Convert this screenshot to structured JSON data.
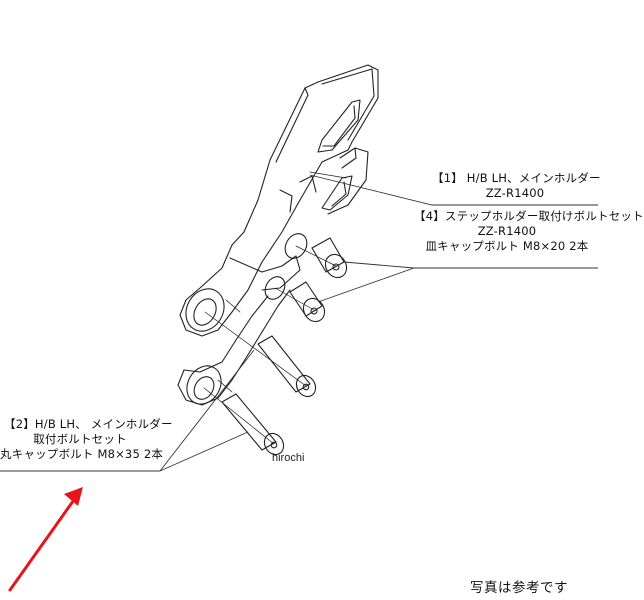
{
  "parts": [
    {
      "id": "1",
      "lines": [
        "【1】 H/B LH、メインホルダー",
        "ZZ-R1400"
      ]
    },
    {
      "id": "4",
      "lines": [
        "【4】ステップホルダー取付けボルトセット",
        "ZZ-R1400",
        "皿キャップボルト M8×20 2本"
      ]
    },
    {
      "id": "2",
      "lines": [
        "【2】H/B LH、 メインホルダー",
        "取付ボルトセット",
        "丸キャップボルト M8×35 2本"
      ]
    }
  ],
  "watermark": "hirochi",
  "note": "写真は参考です",
  "colors": {
    "line": "#222222",
    "arrow": "#e8141b",
    "background": "#ffffff"
  },
  "icons": {
    "arrow": "red-pointer-arrow"
  }
}
